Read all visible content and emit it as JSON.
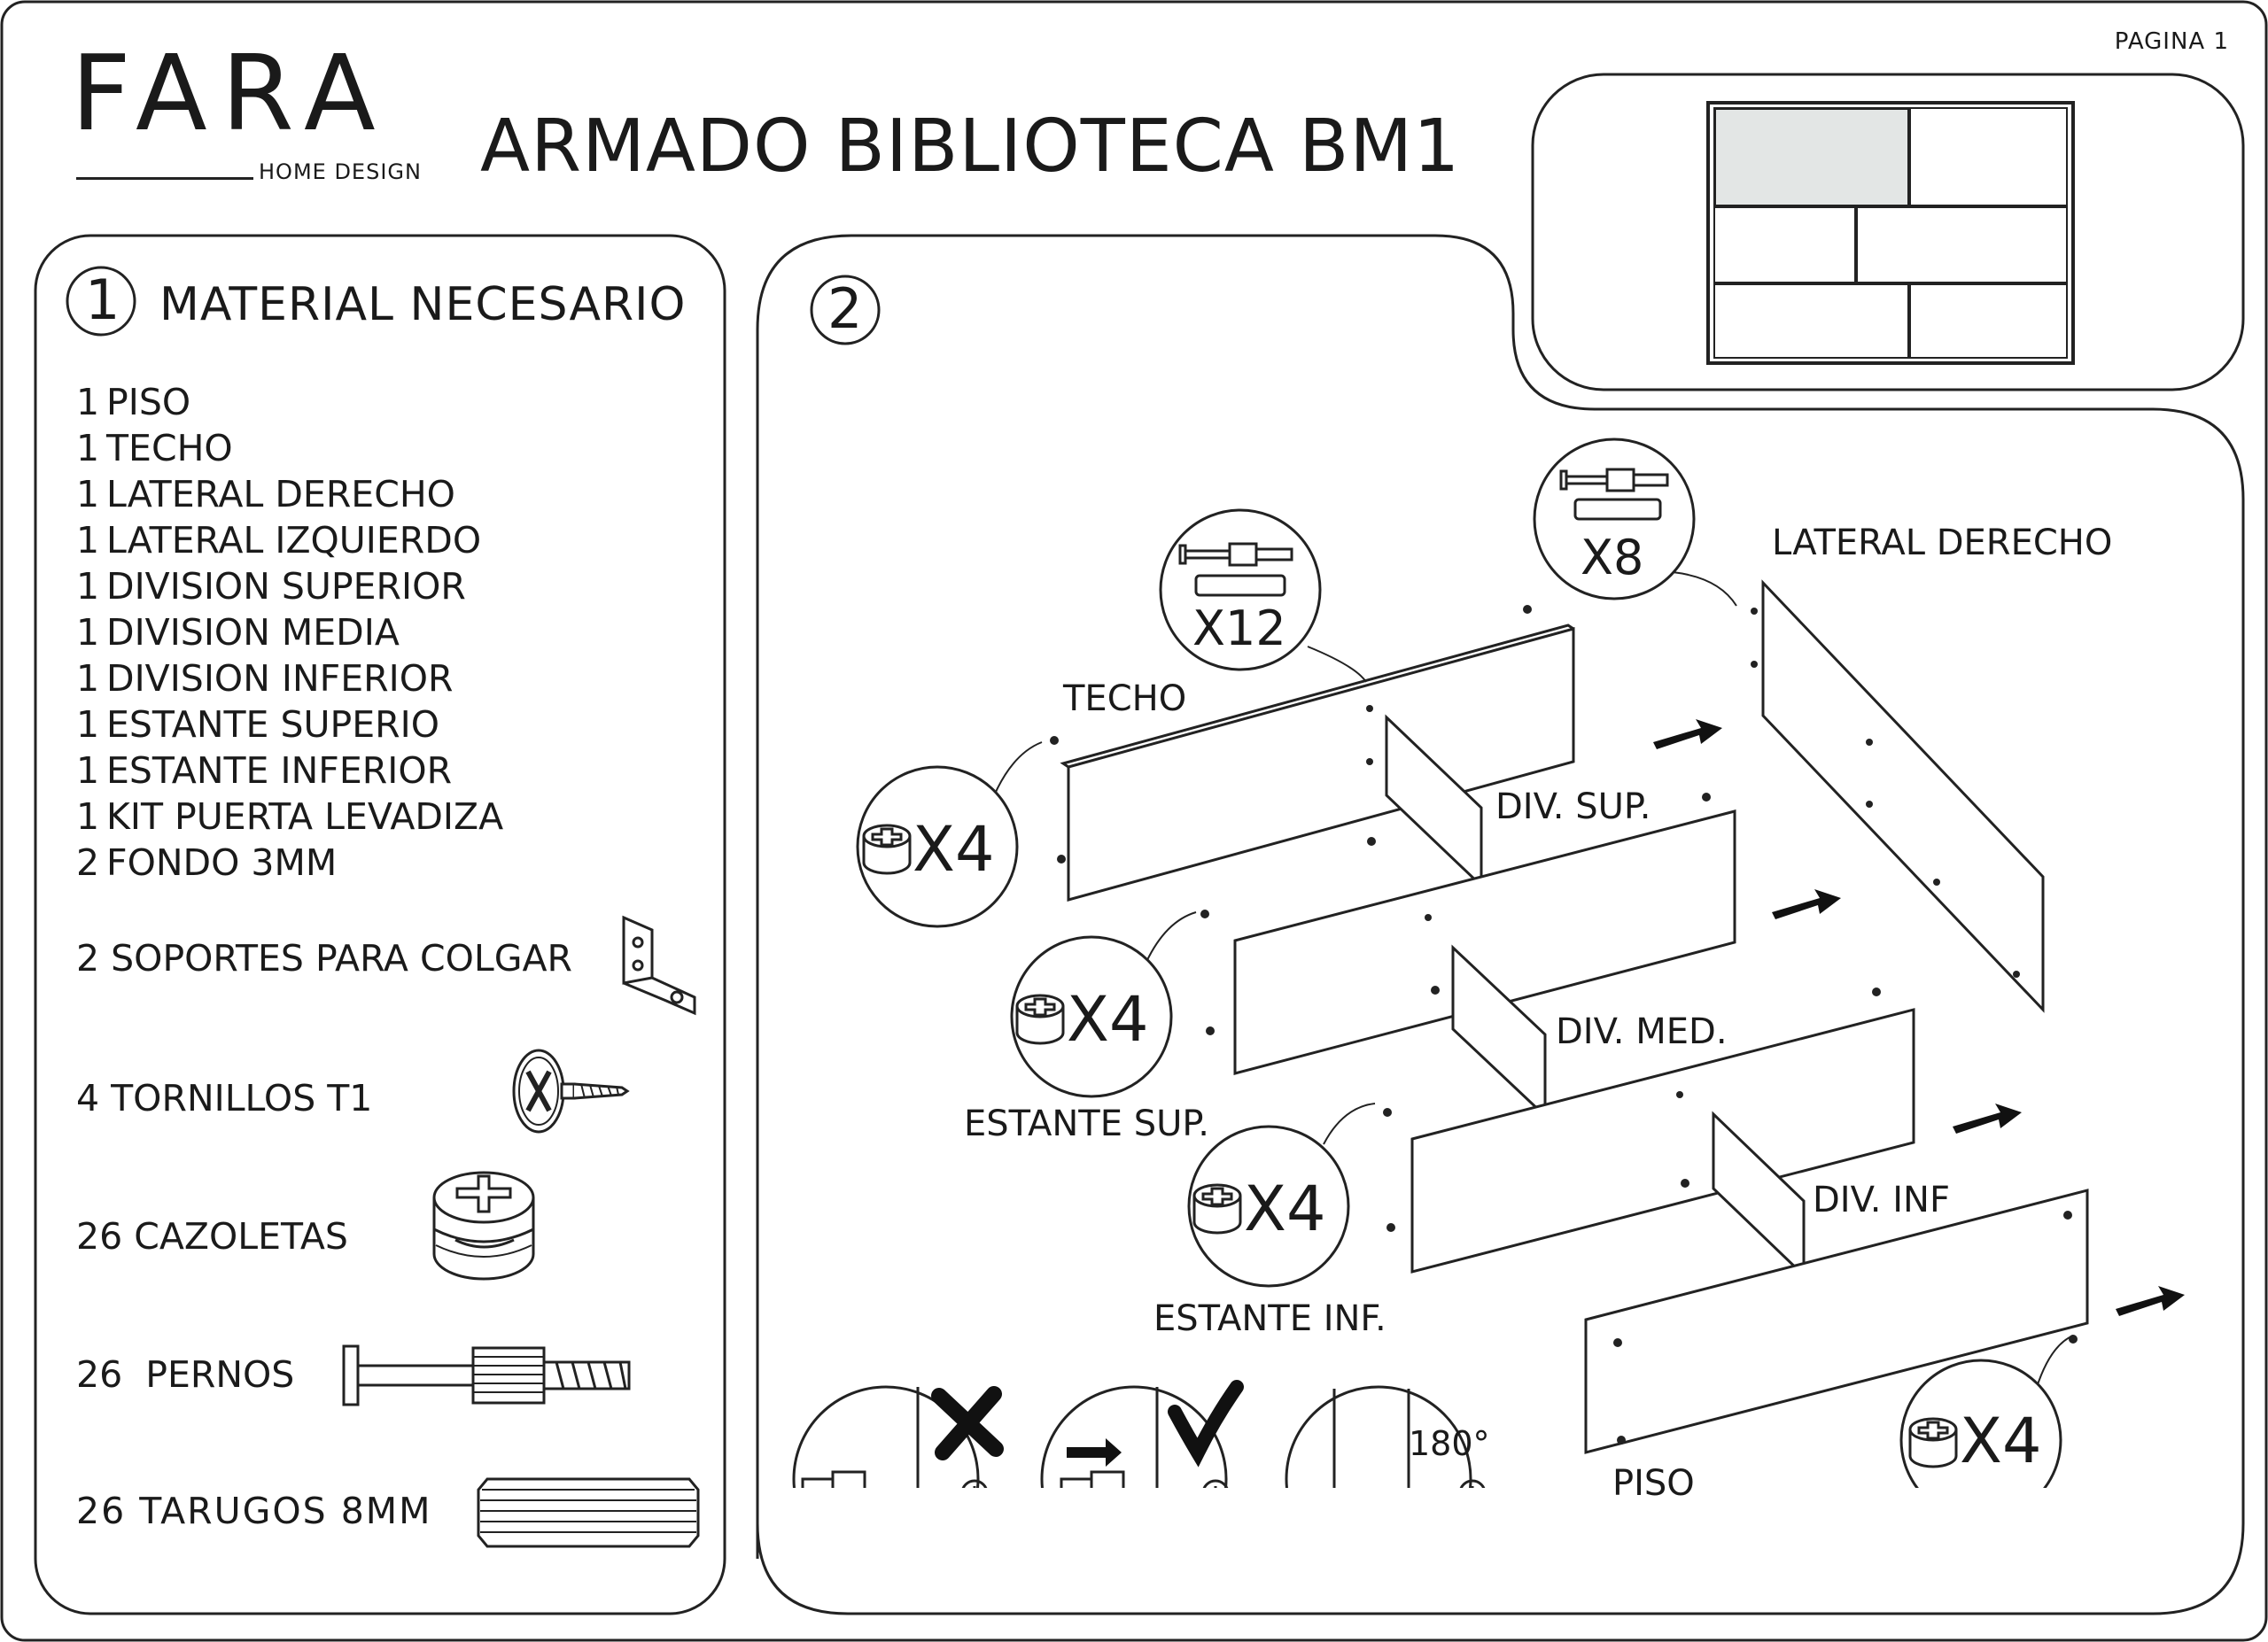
{
  "page_label": "PAGINA 1",
  "brand": {
    "name": "FARA",
    "subtitle": "HOME DESIGN"
  },
  "title": "ARMADO BIBLIOTECA BM1",
  "section1": {
    "number": "1",
    "heading": "MATERIAL NECESARIO",
    "items": [
      {
        "qty": "1",
        "name": "PISO"
      },
      {
        "qty": "1",
        "name": "TECHO"
      },
      {
        "qty": "1",
        "name": "LATERAL DERECHO"
      },
      {
        "qty": "1",
        "name": "LATERAL IZQUIERDO"
      },
      {
        "qty": "1",
        "name": "DIVISION SUPERIOR"
      },
      {
        "qty": "1",
        "name": "DIVISION MEDIA"
      },
      {
        "qty": "1",
        "name": "DIVISION INFERIOR"
      },
      {
        "qty": "1",
        "name": "ESTANTE SUPERIO"
      },
      {
        "qty": "1",
        "name": "ESTANTE INFERIOR"
      },
      {
        "qty": "1",
        "name": "KIT PUERTA LEVADIZA"
      },
      {
        "qty": "2",
        "name": "FONDO 3MM"
      }
    ],
    "hardware": [
      {
        "qty": "2",
        "name": "SOPORTES PARA COLGAR",
        "icon": "bracket-icon"
      },
      {
        "qty": "4",
        "name": "TORNILLOS T1",
        "icon": "screw-icon"
      },
      {
        "qty": "26",
        "name": "CAZOLETAS",
        "icon": "cam-lock-icon"
      },
      {
        "qty": "26",
        "name": "PERNOS",
        "icon": "bolt-icon"
      },
      {
        "qty": "26",
        "name": "TARUGOS 8MM",
        "icon": "dowel-icon"
      }
    ]
  },
  "section2": {
    "number": "2",
    "parts": {
      "techo": "TECHO",
      "div_sup": "DIV. SUP.",
      "estante_sup": "ESTANTE SUP.",
      "div_med": "DIV. MED.",
      "estante_inf": "ESTANTE INF.",
      "div_inf": "DIV. INF",
      "piso": "PISO",
      "lateral_derecho": "LATERAL DERECHO"
    },
    "callouts": {
      "x12": "X12",
      "x8": "X8",
      "x4": "X4"
    },
    "rotation_label": "180°"
  }
}
